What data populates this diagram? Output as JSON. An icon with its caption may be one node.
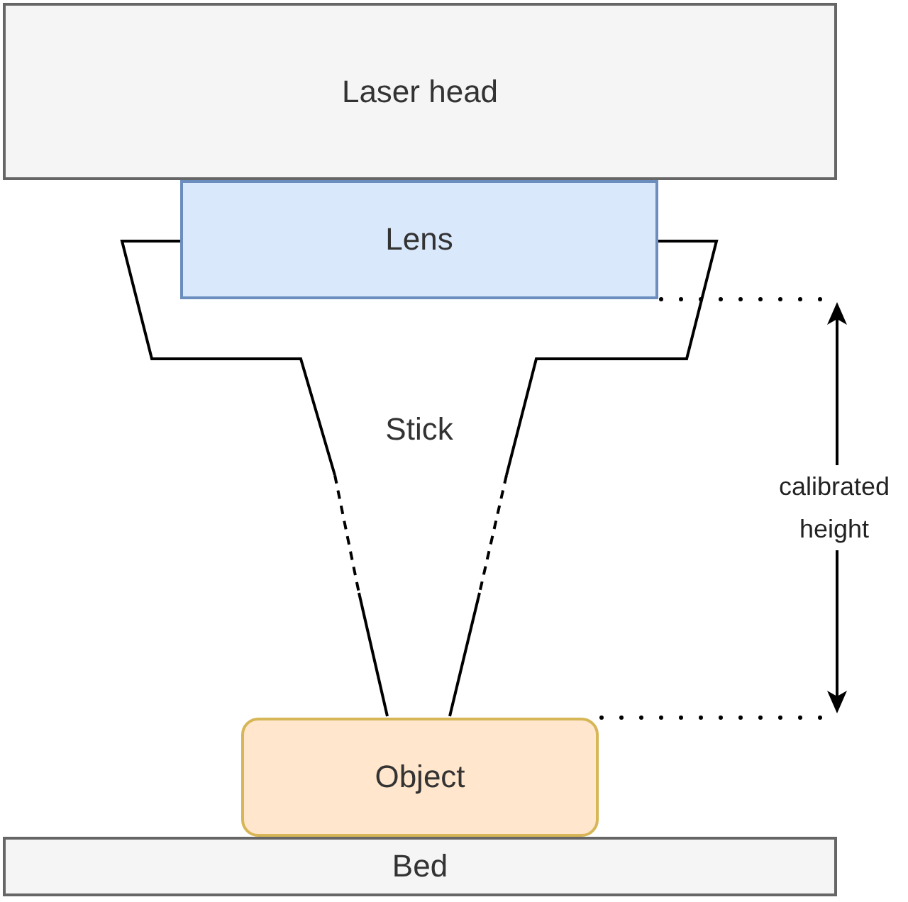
{
  "diagram": {
    "nodes": [
      {
        "text": [
          "Laser head"
        ]
      },
      {
        "text": [
          "Lens"
        ]
      },
      {
        "text": [
          "Stick"
        ]
      },
      {
        "text": [
          "Object"
        ]
      },
      {
        "text": [
          "Bed"
        ]
      }
    ],
    "labels": [
      "calibrated height"
    ]
  }
}
